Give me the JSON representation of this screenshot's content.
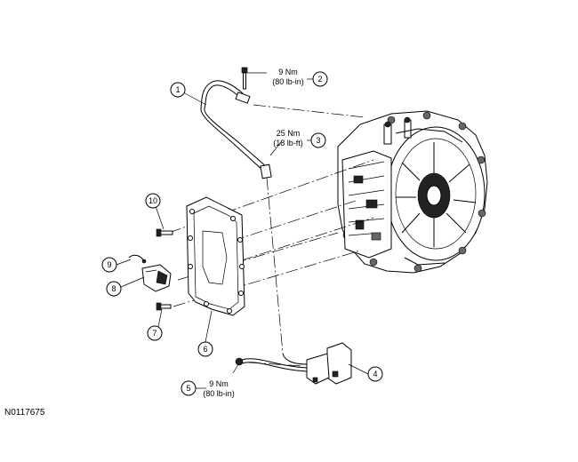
{
  "figure_id": "N0117675",
  "callouts": {
    "c1": "1",
    "c2": "2",
    "c3": "3",
    "c4": "4",
    "c5": "5",
    "c6": "6",
    "c7": "7",
    "c8": "8",
    "c9": "9",
    "c10": "10"
  },
  "torque_specs": {
    "t2_nm": "9 Nm",
    "t2_lbin": "(80 lb-in)",
    "t3_nm": "25 Nm",
    "t3_lbft": "(18 lb-ft)",
    "t5_nm": "9 Nm",
    "t5_lbin": "(80 lb-in)"
  }
}
